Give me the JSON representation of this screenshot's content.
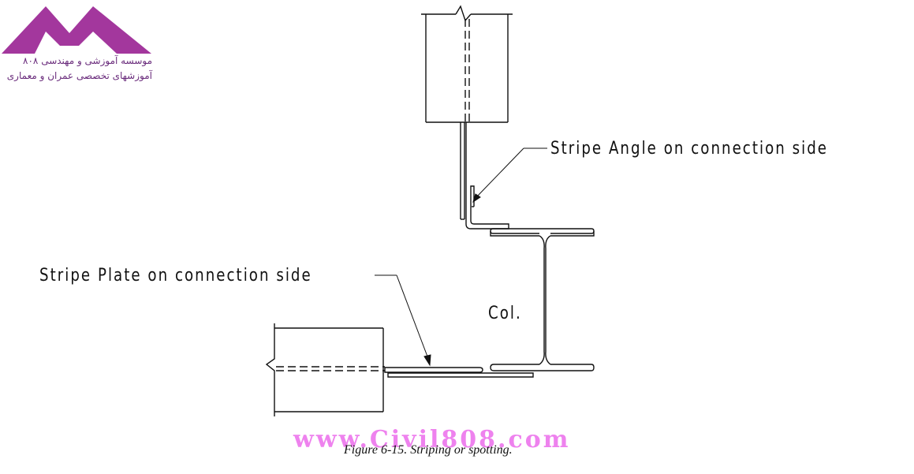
{
  "logo": {
    "line1": "موسسه آموزشی و مهندسی ۸۰۸",
    "line2": "آموزشهای تخصصی عمران و معماری",
    "color": "#a3379d"
  },
  "labels": {
    "stripe_angle": "Stripe Angle on connection side",
    "stripe_plate": "Stripe Plate on connection side",
    "column": "Col."
  },
  "watermark": "www.Civil808.com",
  "caption": "Figure 6-15.  Striping or spotting."
}
